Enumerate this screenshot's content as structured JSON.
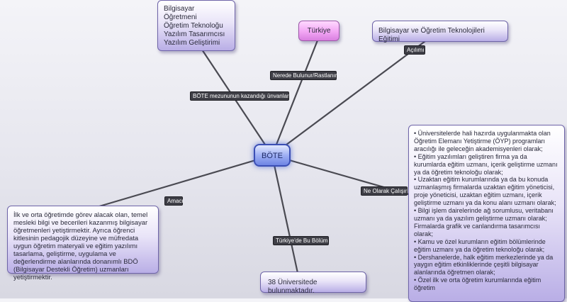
{
  "center": {
    "label": "BÖTE"
  },
  "nodes": {
    "teacher_roles": {
      "lines": [
        "Bilgisayar Öğretmeni",
        "Öğretim Teknoloğu",
        "Yazılım Tasarımcısı",
        "Yazılım Geliştirimi"
      ]
    },
    "turkey": {
      "label": "Türkiye"
    },
    "program": {
      "label": "Bilgisayar ve Öğretim Teknolojileri Eğitimi"
    },
    "purpose": {
      "text": "İlk ve orta öğretimde görev alacak olan, temel mesleki bilgi ve becerileri kazanmış bilgisayar öğretmenleri yetiştirmektir. Ayrıca öğrenci kitlesinin pedagojik düzeyine ve müfredata uygun öğretim materyali ve eğitim yazılımı tasarlama, geliştirme, uygulama ve değerlendirme alanlarında donanımlı BDÖ (Bilgisayar Destekli Öğretim) uzmanları yetiştirmektir."
    },
    "universities": {
      "label": "38 Üniversitede bulunmaktadır."
    },
    "jobs": {
      "items": [
        "• Üniversitelerde hali hazırda uygulanmakta olan Öğretim Elemanı Yetiştirme (ÖYP) programları aracılığı ile geleceğin akademisyenleri olarak;",
        "• Eğitim yazılımları geliştiren firma ya da kurumlarda eğitim uzmanı, içerik geliştirme uzmanı ya da öğretim teknoloğu olarak;",
        "• Uzaktan eğitim kurumlarında ya da bu konuda uzmanlaşmış firmalarda uzaktan eğitim yöneticisi, proje yöneticisi, uzaktan eğitim uzmanı, içerik geliştirme uzmanı ya da konu alanı uzmanı olarak;",
        "• Bilgi işlem dairelerinde ağ sorumlusu, veritabanı uzmanı ya da yazılım geliştirme uzmanı olarak;",
        "Firmalarda grafik ve canlandırma tasarımcısı olarak;",
        "• Kamu ve özel kurumların eğitim bölümlerinde eğitim uzmanı ya da öğretim teknoloğu olarak;",
        "• Dershanelerde, halk eğitim merkezlerinde ya da yaygın eğitim etkinliklerinde çeşitli bilgisayar alanlarında öğretmen olarak;",
        "• Özel ilk ve orta öğretim kurumlarında eğitim öğretim"
      ]
    }
  },
  "edge_labels": {
    "where": "Nerede Bulunur/Rastlanır",
    "opening": "Açılımı",
    "title": "BÖTE mezununun kazandığı ünvanlar",
    "purpose": "Amacı",
    "work": "Ne Olarak Çalışır",
    "branch": "Türkiye'de Bu Bölüm"
  },
  "colors": {
    "edge": "#4a4a52",
    "node_border": "#6e64a8",
    "center_border": "#3b4fb5",
    "turkey_fill": "#f2a6f4"
  }
}
